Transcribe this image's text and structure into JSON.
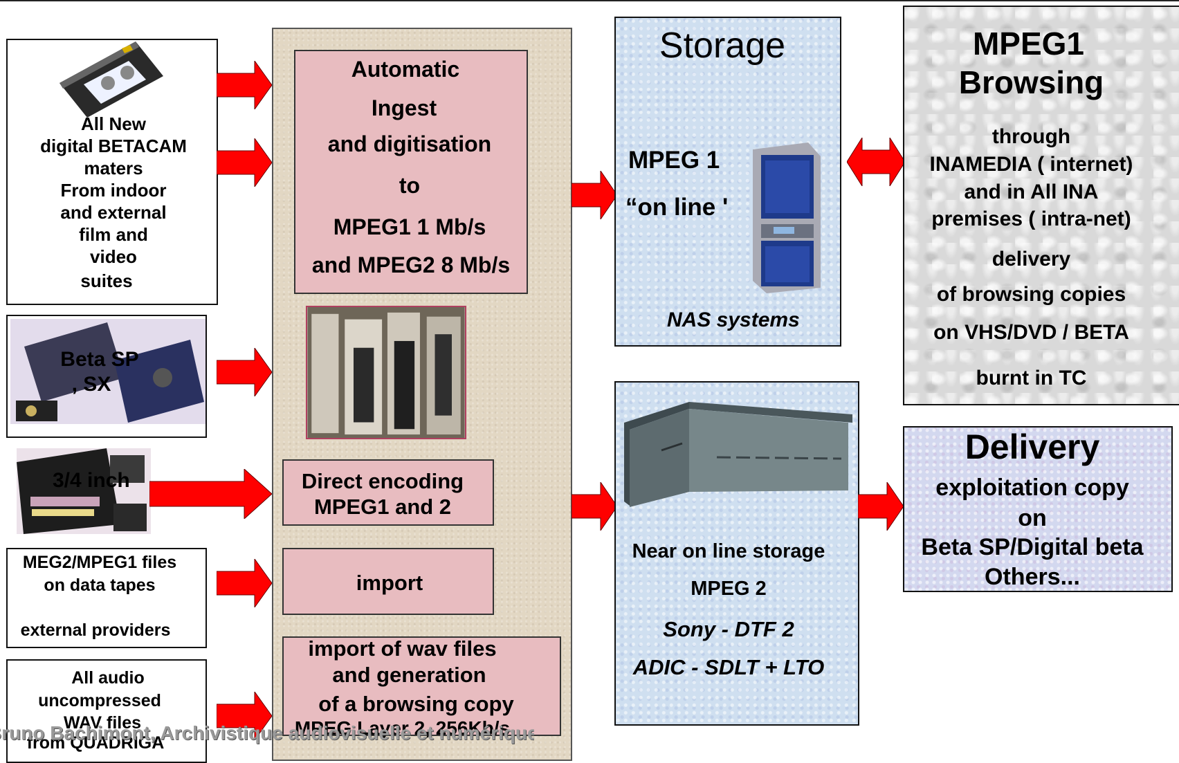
{
  "inputs": {
    "betacam": [
      "All New",
      "digital  BETACAM",
      "maters",
      "From indoor",
      "and external",
      "film and",
      "video",
      "suites"
    ],
    "betasp": [
      "Beta SP",
      ", SX"
    ],
    "three_quarter": "3/4 inch",
    "datatapes": [
      "MEG2/MPEG1 files",
      "on data tapes",
      "external providers"
    ],
    "audio": [
      "All audio",
      "uncompressed",
      "WAV files",
      "from QUADRIGA"
    ]
  },
  "center": {
    "ingest": [
      "Automatic",
      "Ingest",
      "and digitisation",
      "to",
      "MPEG1 1 Mb/s",
      "and MPEG2 8 Mb/s"
    ],
    "direct": [
      "Direct encoding",
      "MPEG1 and 2"
    ],
    "import": "import",
    "wav": [
      "import of wav files",
      "and generation",
      "of a browsing copy",
      "MPEG Layer 2, 256Kb/s"
    ]
  },
  "storage": {
    "title": "Storage",
    "line1": "MPEG 1",
    "line2": "“on line '",
    "nas": "NAS systems"
  },
  "nearline": {
    "line1": "Near on line storage",
    "line2": "MPEG 2",
    "line3": "Sony - DTF 2",
    "line4": "ADIC - SDLT + LTO"
  },
  "browsing": {
    "title1": "MPEG1",
    "title2": "Browsing",
    "lines": [
      "through",
      "INAMEDIA ( internet)",
      "and in All INA",
      "premises ( intra-net)",
      "delivery",
      "of browsing copies",
      "on VHS/DVD / BETA",
      "burnt in TC"
    ]
  },
  "delivery": {
    "title": "Delivery",
    "lines": [
      "exploitation copy",
      "on",
      "Beta SP/Digital beta",
      "Others..."
    ]
  },
  "footer": "Bruno Bachimont, Archivistique audiovisuelle et numérique",
  "colors": {
    "arrow": "#ff0000",
    "pink": "#e8bcc0",
    "panel": "#e2d7c3",
    "storage": "#cfdff0"
  },
  "icons": [
    "betacam-cassette-image",
    "betasp-cassettes-image",
    "three-quarter-cassette-image",
    "ingest-robot-image",
    "nas-server-image",
    "tape-library-image"
  ]
}
